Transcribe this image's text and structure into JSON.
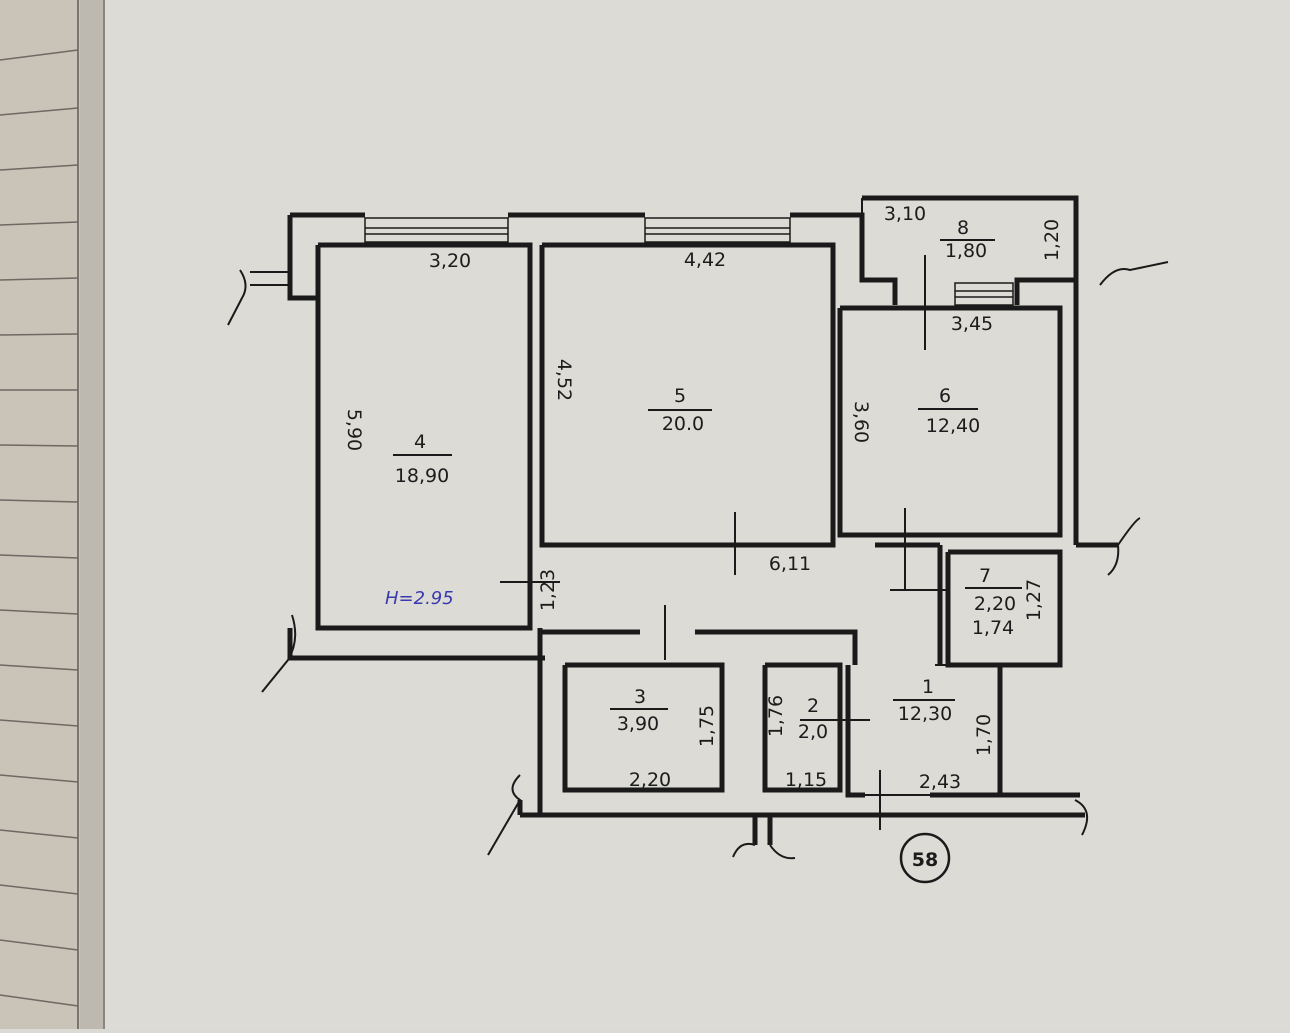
{
  "plan": {
    "sheet_number": "58",
    "ceiling_height": "H=2.95",
    "rooms": [
      {
        "id": "room-1",
        "number": "1",
        "area": "12,30"
      },
      {
        "id": "room-2",
        "number": "2",
        "area": "2,0"
      },
      {
        "id": "room-3",
        "number": "3",
        "area": "3,90"
      },
      {
        "id": "room-4",
        "number": "4",
        "area": "18,90"
      },
      {
        "id": "room-5",
        "number": "5",
        "area": "20.0"
      },
      {
        "id": "room-6",
        "number": "6",
        "area": "12,40"
      },
      {
        "id": "room-7",
        "number": "7",
        "area": "2,20"
      },
      {
        "id": "room-8",
        "number": "8",
        "area": "1,80"
      }
    ],
    "dimensions": {
      "d_3_20": "3,20",
      "d_4_42": "4,42",
      "d_3_10": "3,10",
      "d_1_20": "1,20",
      "d_3_45": "3,45",
      "d_5_90": "5,90",
      "d_4_52": "4,52",
      "d_3_60": "3,60",
      "d_6_11": "6,11",
      "d_1_23": "1,23",
      "d_1_27": "1,27",
      "d_1_74": "1,74",
      "d_1_75": "1,75",
      "d_1_76": "1,76",
      "d_2_20": "2,20",
      "d_1_15": "1,15",
      "d_1_70": "1,70",
      "d_2_43": "2,43"
    }
  }
}
